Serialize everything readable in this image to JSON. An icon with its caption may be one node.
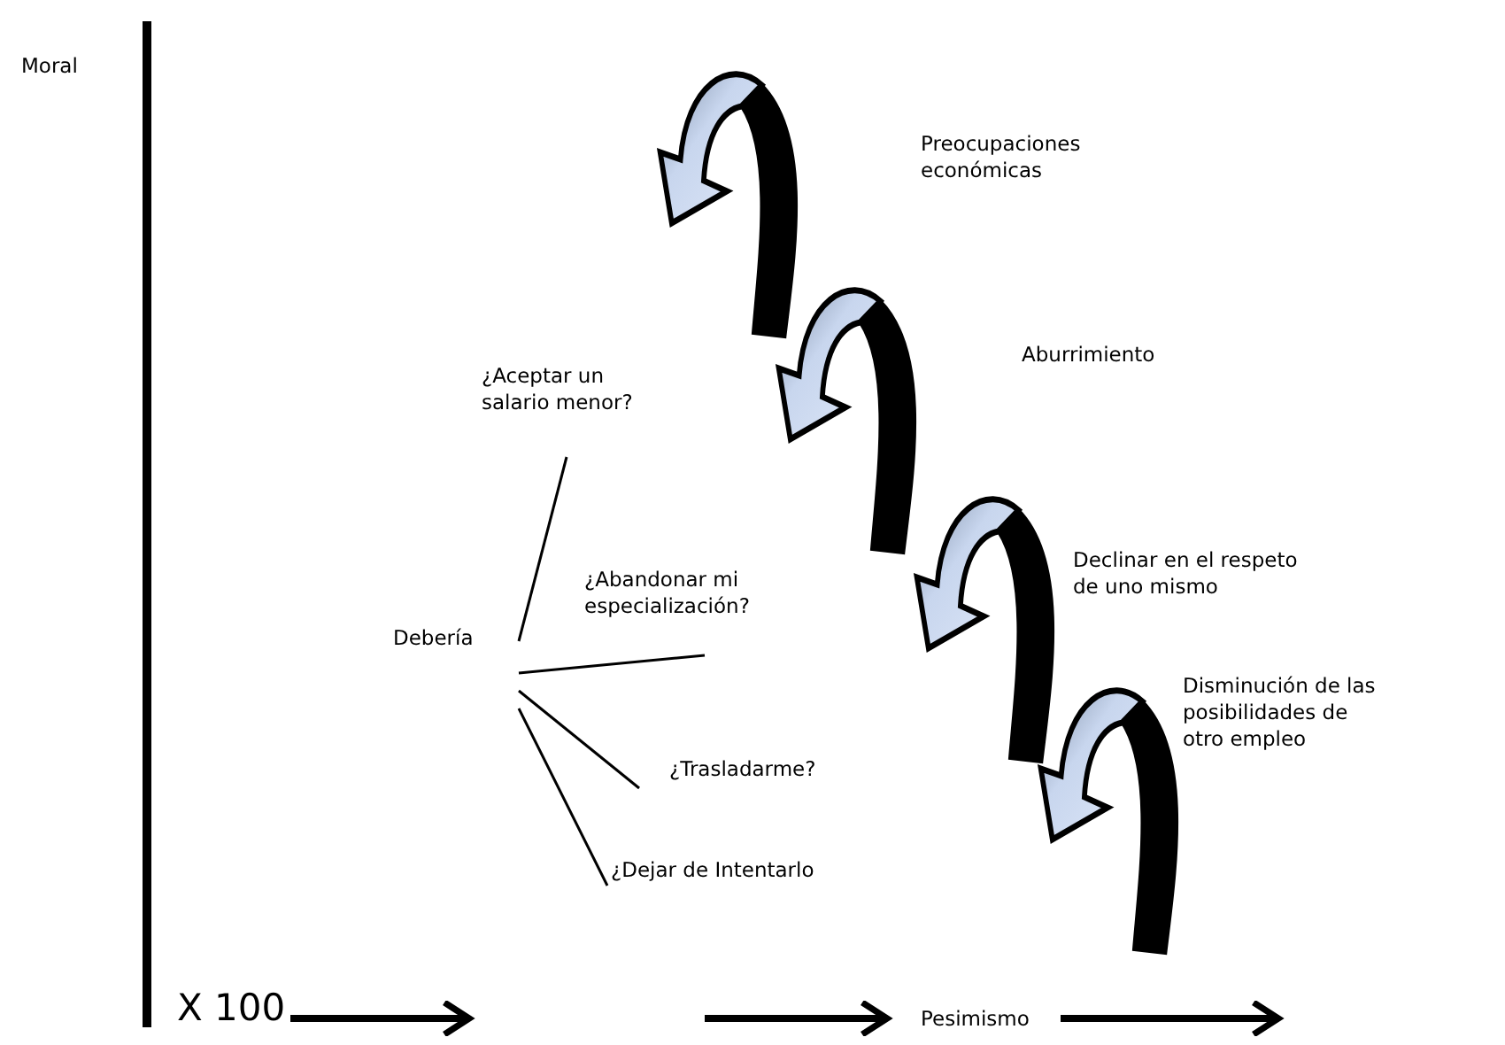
{
  "diagram": {
    "nodes": [
      {
        "text": [
          "Debería"
        ]
      },
      {
        "text": [
          "¿Aceptar un salario menor?"
        ]
      },
      {
        "text": [
          "¿Abandonar mi especialización?"
        ]
      },
      {
        "text": [
          "¿Trasladarme?"
        ]
      },
      {
        "text": [
          "¿Dejar de Intentarlo"
        ]
      },
      {
        "text": [
          "X 100"
        ]
      },
      {
        "text": [
          "Pesimismo"
        ]
      }
    ],
    "edges": [
      {
        "from": 0,
        "to": 1,
        "arrow": "none"
      },
      {
        "from": 0,
        "to": 2,
        "arrow": "none"
      },
      {
        "from": 0,
        "to": 3,
        "arrow": "none"
      },
      {
        "from": 0,
        "to": 4,
        "arrow": "none"
      },
      {
        "from": 5,
        "to": null,
        "arrow": "to",
        "style": "thick"
      },
      {
        "from": null,
        "to": 6,
        "arrow": "to",
        "style": "thick"
      },
      {
        "from": 6,
        "to": null,
        "arrow": "to",
        "style": "thick"
      }
    ],
    "labels": [
      "Moral",
      "Preocupaciones económicas",
      "Aburrimiento",
      "Declinar en el respeto de uno mismo",
      "Disminución de las posibilidades de otro empleo"
    ]
  }
}
